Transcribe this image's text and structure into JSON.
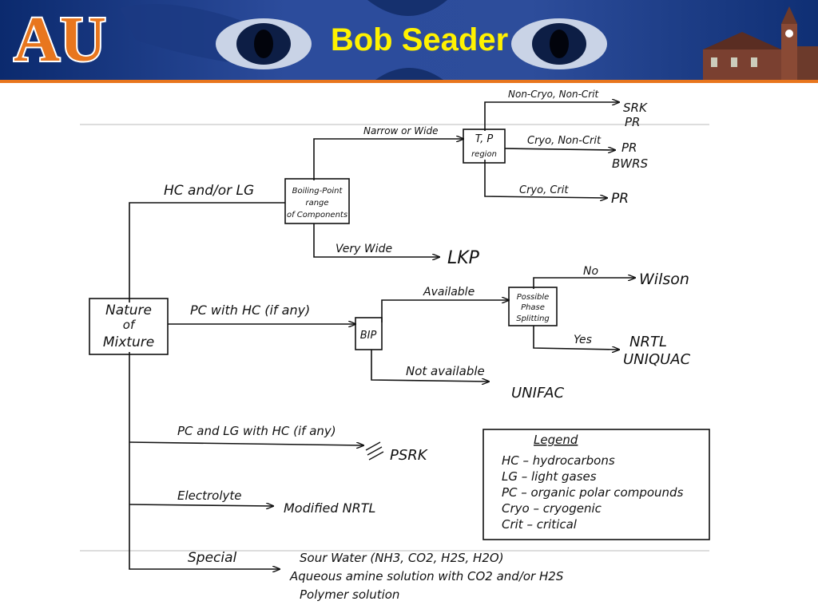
{
  "header": {
    "title": "Bob Seader",
    "logo_text": "AU"
  },
  "diagram": {
    "nodes": {
      "nature": [
        "Nature",
        "of",
        "Mixture"
      ],
      "boiling": [
        "Boiling-Point",
        "range",
        "of Components"
      ],
      "tp": [
        "T, P",
        "region"
      ],
      "bip": "BIP",
      "phase": [
        "Possible",
        "Phase",
        "Splitting"
      ]
    },
    "edges": {
      "hc_lg": "HC and/or LG",
      "narrow": "Narrow or Wide",
      "very_wide": "Very Wide",
      "noncryo": "Non-Cryo, Non-Crit",
      "cryo_noncrit": "Cryo, Non-Crit",
      "cryo_crit": "Cryo, Crit",
      "pc_hc": "PC with HC (if any)",
      "available": "Available",
      "not_available": "Not available",
      "no": "No",
      "yes": "Yes",
      "pc_lg_hc": "PC and LG with HC (if any)",
      "electrolyte": "Electrolyte",
      "special": "Special"
    },
    "outcomes": {
      "srk_pr": [
        "SRK",
        "PR"
      ],
      "pr_bwrs": [
        "PR",
        "BWRS"
      ],
      "pr": "PR",
      "lkp": "LKP",
      "wilson": "Wilson",
      "nrtl": [
        "NRTL",
        "UNIQUAC"
      ],
      "unifac": "UNIFAC",
      "psrk": "PSRK",
      "mod_nrtl": "Modified NRTL",
      "special_list": [
        "Sour Water (NH3, CO2, H2S, H2O)",
        "Aqueous amine solution with CO2 and/or H2S",
        "Polymer solution"
      ]
    },
    "legend": {
      "title": "Legend",
      "items": [
        "HC – hydrocarbons",
        "LG – light gases",
        "PC – organic polar compounds",
        "Cryo – cryogenic",
        "Crit – critical"
      ]
    }
  }
}
